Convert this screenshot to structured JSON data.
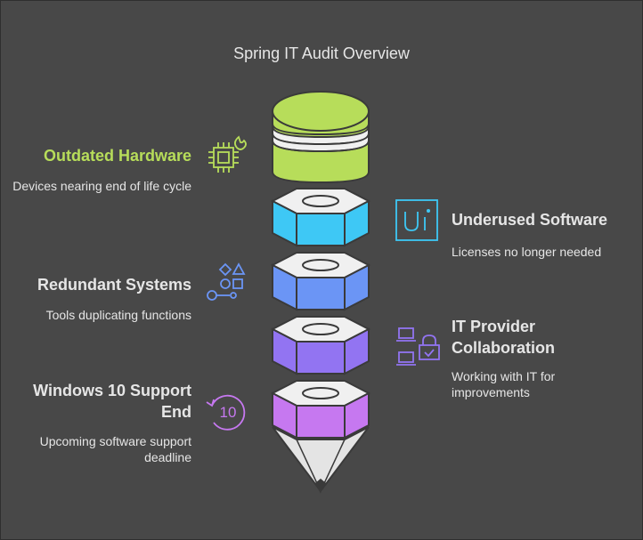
{
  "title": "Spring IT Audit Overview",
  "items": [
    {
      "heading": "Outdated Hardware",
      "description": "Devices nearing end of life cycle",
      "color": "#b7dd5a",
      "icon": "cpu-chip-icon"
    },
    {
      "heading": "Underused Software",
      "description": "Licenses no longer needed",
      "color": "#3ec8f5",
      "icon": "ui-letters-icon"
    },
    {
      "heading": "Redundant Systems",
      "description": "Tools duplicating functions",
      "color": "#6b95f5",
      "icon": "shapes-icon"
    },
    {
      "heading": "IT Provider Collaboration",
      "description": "Working with IT for improvements",
      "color": "#9274f2",
      "icon": "devices-lock-icon"
    },
    {
      "heading": "Windows 10 Support End",
      "description": "Upcoming software support deadline",
      "color": "#c678f0",
      "icon": "countdown-10-icon"
    }
  ],
  "colors": {
    "background": "#484848",
    "text": "#e6e6e6",
    "cone": "#e4e4e4"
  }
}
